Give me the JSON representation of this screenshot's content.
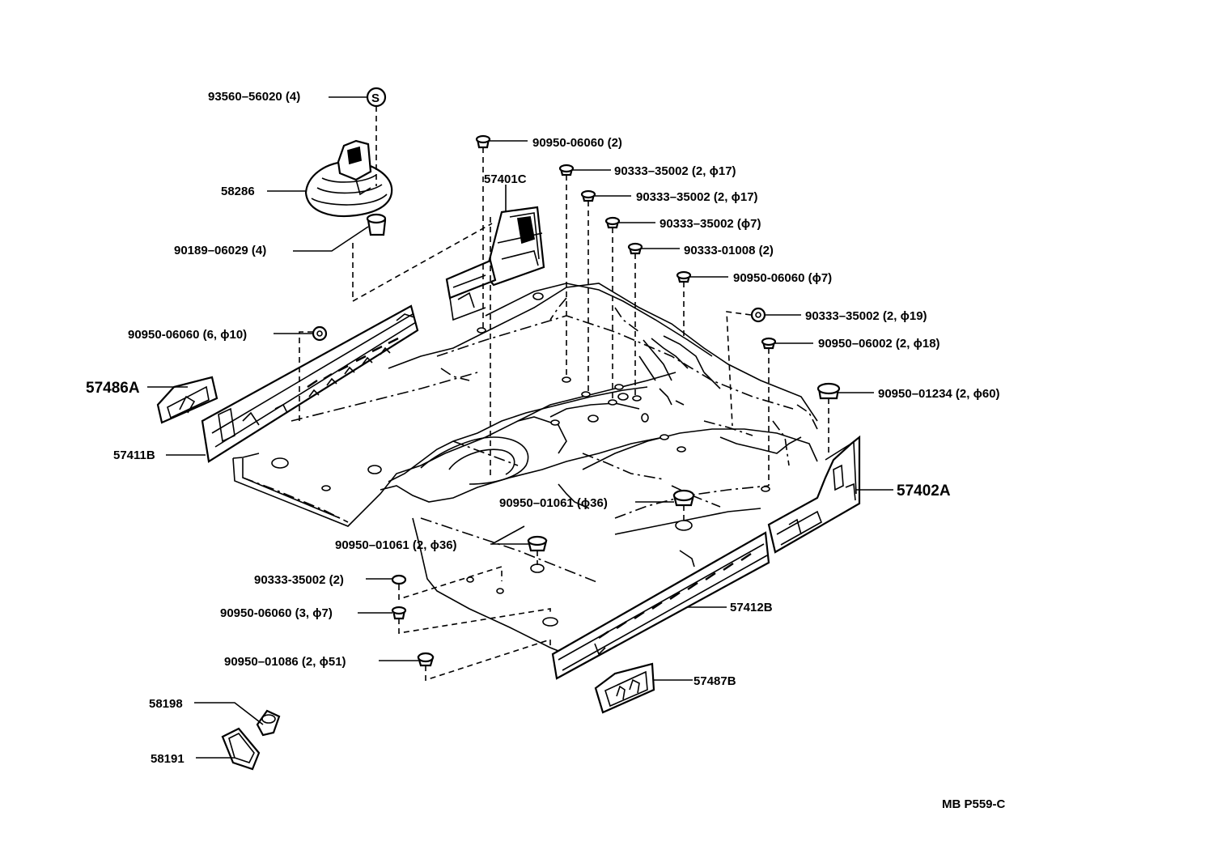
{
  "callouts": [
    {
      "id": "c01",
      "text": "93560–56020 (4)"
    },
    {
      "id": "c02",
      "text": "58286"
    },
    {
      "id": "c03",
      "text": "90189–06029 (4)"
    },
    {
      "id": "c04",
      "text": "90950-06060 (6, ϕ10)"
    },
    {
      "id": "c05",
      "text": "57486A"
    },
    {
      "id": "c06",
      "text": "57411B"
    },
    {
      "id": "c07",
      "text": "90950-06060 (2)"
    },
    {
      "id": "c08",
      "text": "57401C"
    },
    {
      "id": "c09",
      "text": "90333–35002 (2, ϕ17)"
    },
    {
      "id": "c10",
      "text": "90333–35002 (2, ϕ17)"
    },
    {
      "id": "c11",
      "text": "90333–35002 (ϕ7)"
    },
    {
      "id": "c12",
      "text": "90333-01008 (2)"
    },
    {
      "id": "c13",
      "text": "90950-06060 (ϕ7)"
    },
    {
      "id": "c14",
      "text": "90333–35002 (2, ϕ19)"
    },
    {
      "id": "c15",
      "text": "90950–06002 (2, ϕ18)"
    },
    {
      "id": "c16",
      "text": "90950–01234 (2, ϕ60)"
    },
    {
      "id": "c17",
      "text": "57402A"
    },
    {
      "id": "c18",
      "text": "90950–01061 (ϕ36)"
    },
    {
      "id": "c19",
      "text": "90950–01061 (2, ϕ36)"
    },
    {
      "id": "c20",
      "text": "90333-35002 (2)"
    },
    {
      "id": "c21",
      "text": "90950-06060 (3, ϕ7)"
    },
    {
      "id": "c22",
      "text": "57412B"
    },
    {
      "id": "c23",
      "text": "90950–01086 (2, ϕ51)"
    },
    {
      "id": "c24",
      "text": "57487B"
    },
    {
      "id": "c25",
      "text": "58198"
    },
    {
      "id": "c26",
      "text": "58191"
    }
  ],
  "diagram_ref": "MB  P559-C",
  "marks": {
    "s_symbol": "S"
  }
}
